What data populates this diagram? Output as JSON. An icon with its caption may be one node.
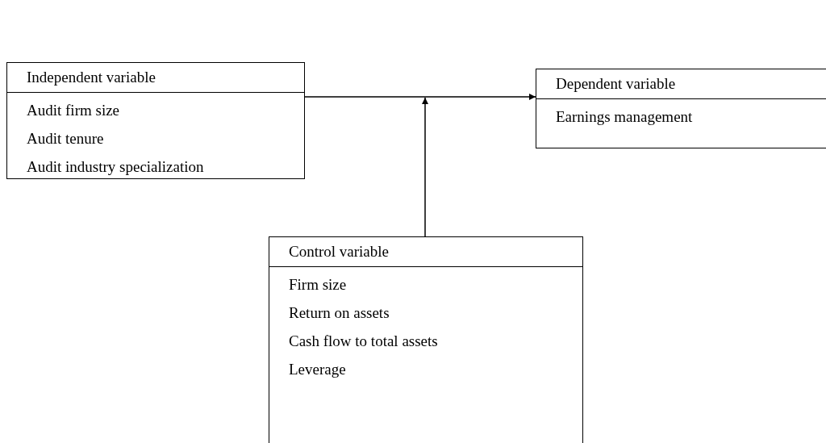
{
  "diagram": {
    "nodes": [
      {
        "text": [
          "Independent variable",
          "Audit firm size",
          "Audit tenure",
          "Audit industry specialization"
        ]
      },
      {
        "text": [
          "Dependent variable",
          "Earnings management"
        ]
      },
      {
        "text": [
          "Control variable",
          "Firm size",
          "Return on assets",
          "Cash flow to total assets",
          "Leverage"
        ]
      }
    ],
    "edges": [
      {
        "from": 0,
        "to": 1,
        "arrow": "to"
      },
      {
        "from": 2,
        "to": null,
        "arrow": "to"
      }
    ]
  }
}
